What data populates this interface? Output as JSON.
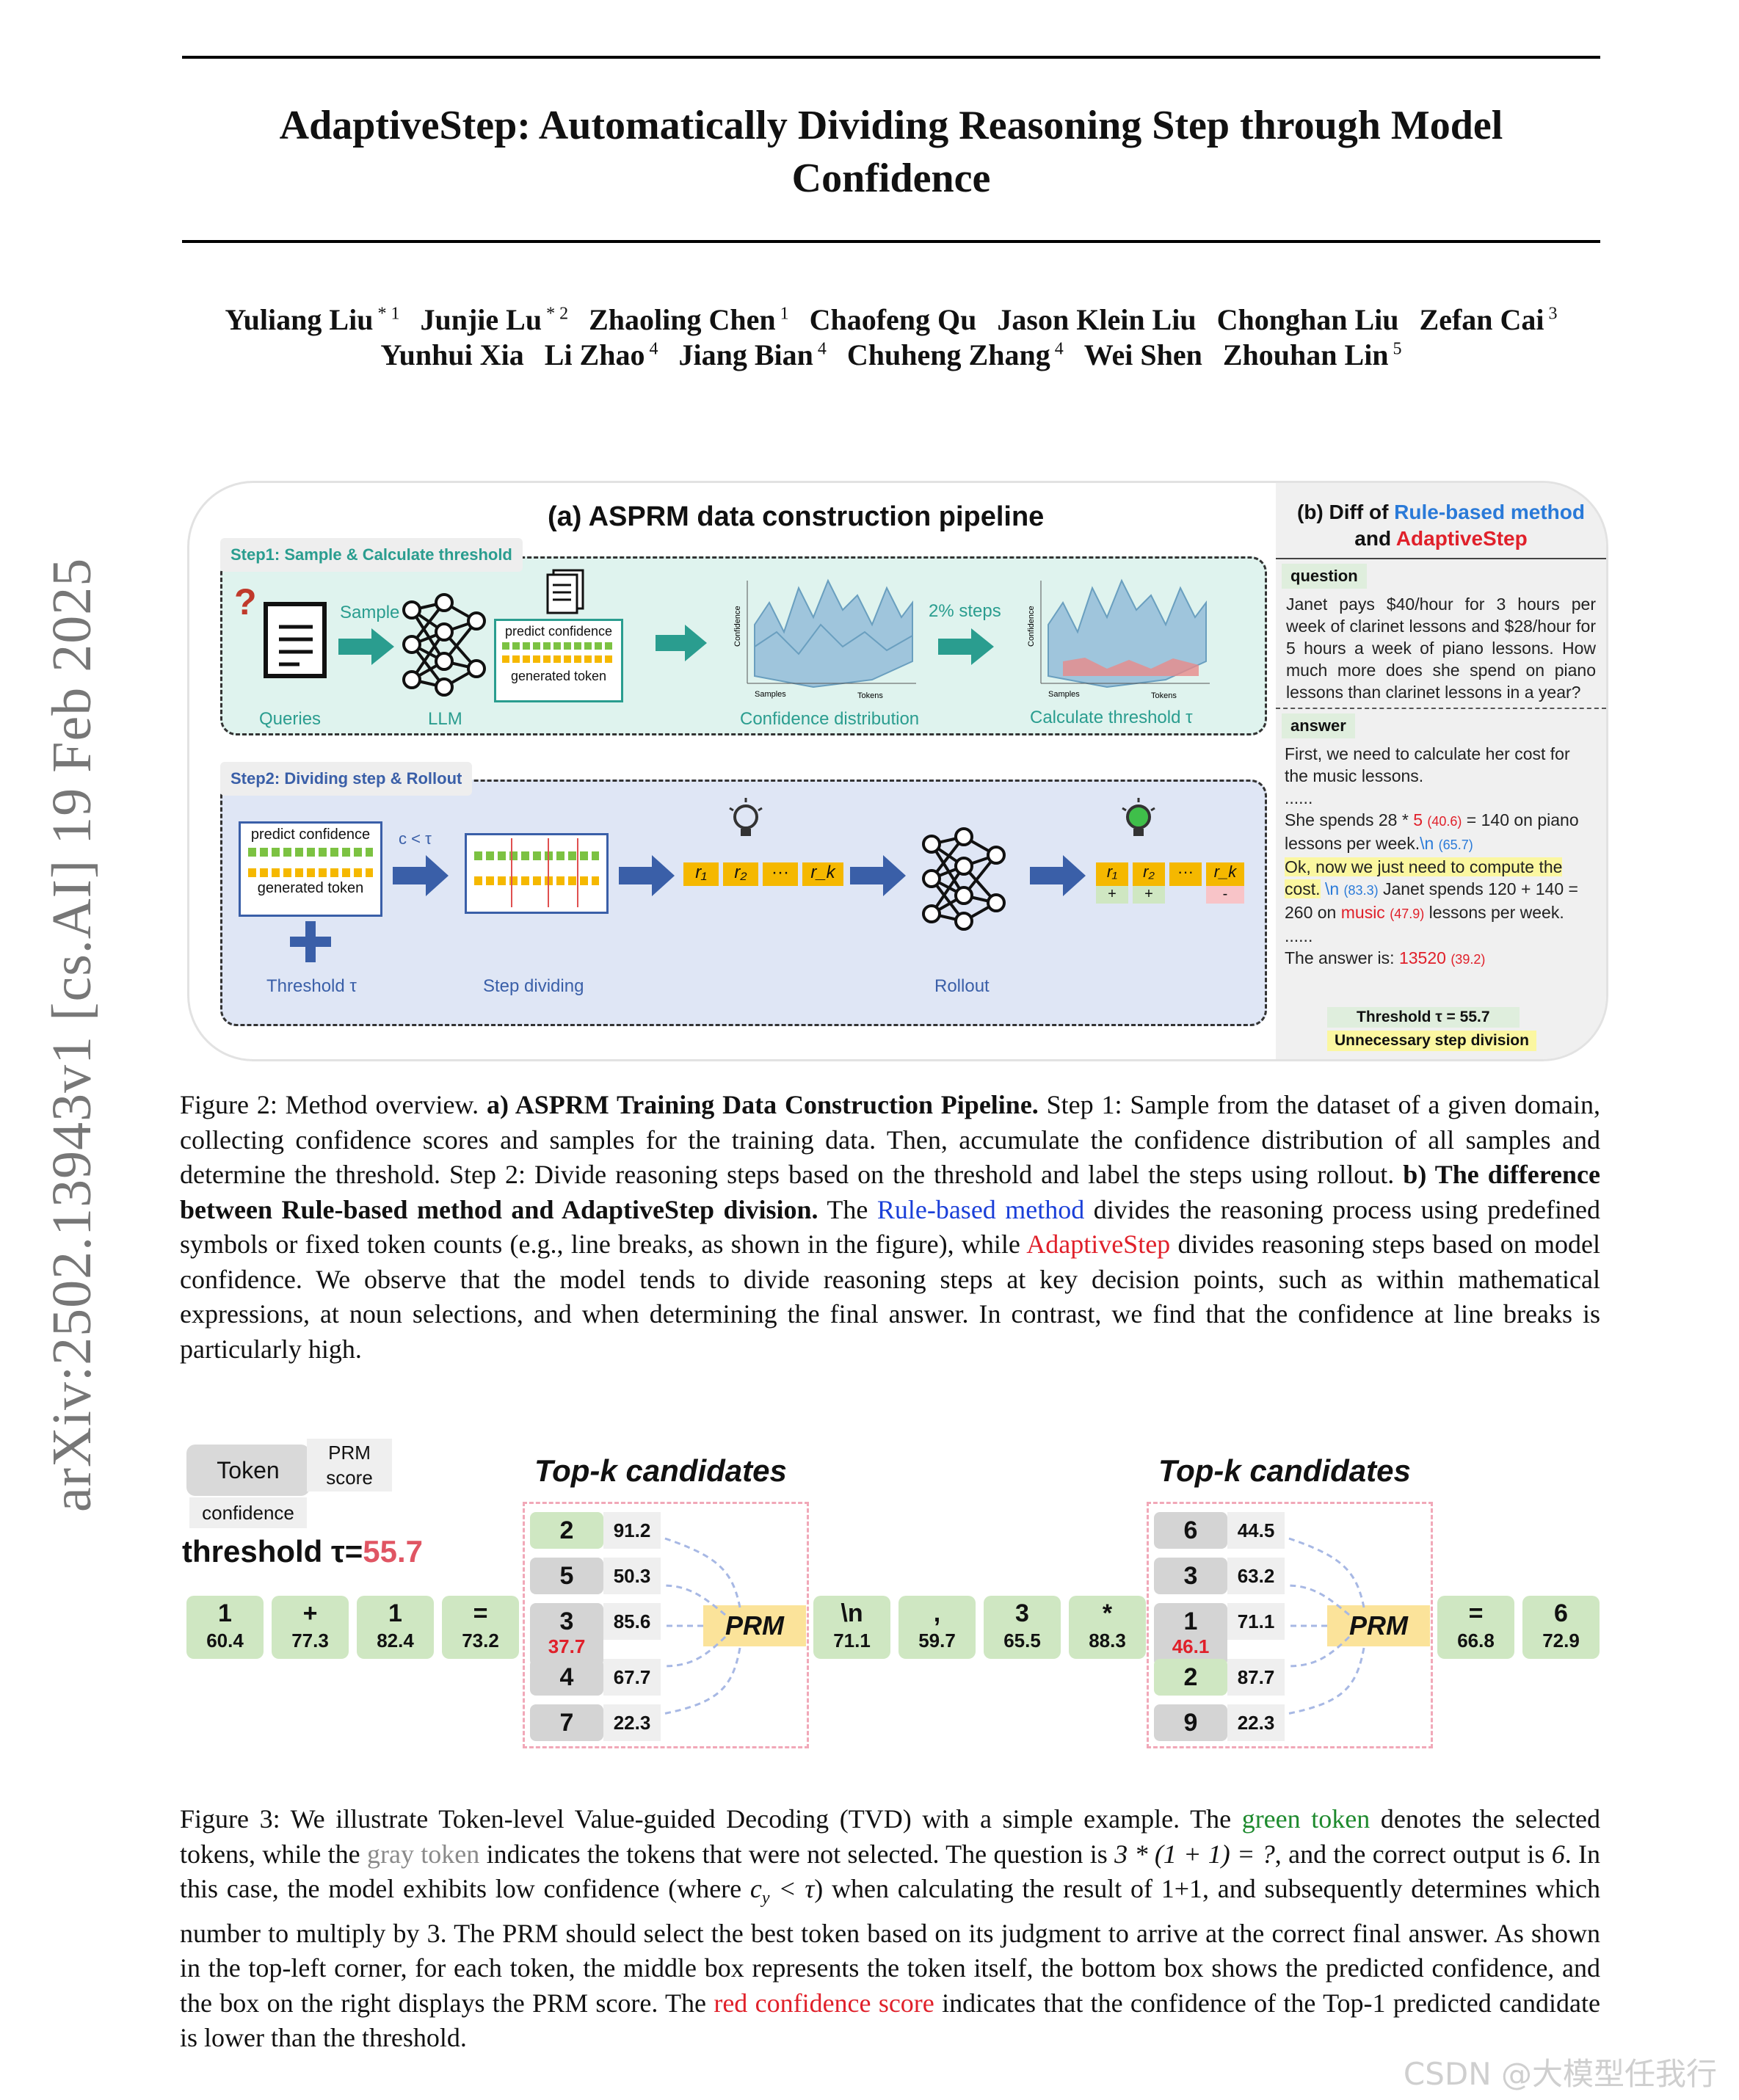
{
  "sidebar": "arXiv:2502.13943v1  [cs.AI]  19 Feb 2025",
  "title_line1": "AdaptiveStep: Automatically Dividing Reasoning Step through Model",
  "title_line2": "Confidence",
  "authors_row1": [
    {
      "name": "Yuliang Liu",
      "sup": "* 1"
    },
    {
      "name": "Junjie Lu",
      "sup": "* 2"
    },
    {
      "name": "Zhaoling Chen",
      "sup": "1"
    },
    {
      "name": "Chaofeng Qu",
      "sup": ""
    },
    {
      "name": "Jason Klein Liu",
      "sup": ""
    },
    {
      "name": "Chonghan Liu",
      "sup": ""
    },
    {
      "name": "Zefan Cai",
      "sup": "3"
    }
  ],
  "authors_row2": [
    {
      "name": "Yunhui Xia",
      "sup": ""
    },
    {
      "name": "Li Zhao",
      "sup": "4"
    },
    {
      "name": "Jiang Bian",
      "sup": "4"
    },
    {
      "name": "Chuheng Zhang",
      "sup": "4"
    },
    {
      "name": "Wei Shen",
      "sup": ""
    },
    {
      "name": "Zhouhan Lin",
      "sup": "5"
    }
  ],
  "fig2": {
    "title_a": "(a) ASPRM data construction pipeline",
    "step1_label": "Step1: Sample & Calculate threshold",
    "step2_label": "Step2: Dividing step & Rollout",
    "queries": "Queries",
    "sample": "Sample",
    "llm": "LLM",
    "predict_confidence": "predict confidence",
    "generated_token": "generated token",
    "two_percent": "2% steps",
    "conf_dist": "Confidence distribution",
    "calc_threshold": "Calculate threshold τ",
    "samples": "Samples",
    "tokens": "Tokens",
    "confidence_axis": "Confidence",
    "threshold_tau": "Threshold τ",
    "c_lt_tau": "c < τ",
    "step_dividing": "Step dividing",
    "rollout": "Rollout",
    "r1": "r₁",
    "r2": "r₂",
    "dots": "···",
    "rk": "r_k",
    "plus": "+",
    "minus": "-",
    "b_title_1": "(b) Diff of ",
    "b_rule": "Rule-based method",
    "b_and": "and ",
    "b_adaptive": "AdaptiveStep",
    "question_lbl": "question",
    "question_text": "Janet pays $40/hour for 3 hours per week of clarinet lessons and $28/hour for 5 hours a week of piano lessons. How much more does she spend on piano lessons than clarinet lessons in a year?",
    "answer_lbl": "answer",
    "ans1": "First, we need to calculate her cost for the music lessons.",
    "ellipsis": "......",
    "ans2a": "She spends 28 * ",
    "ans2b": "5",
    "ans2c": "(40.6)",
    "ans2d": " = 140 on piano lessons per week.",
    "ans2e": "\\n",
    "ans2f": "(65.7)",
    "ans3a": "Ok, now we just need to compute the cost.",
    "ans3b": " \\n",
    "ans3c": "(83.3)",
    "ans3d": " Janet spends 120 + 140 = 260 on ",
    "ans3e": "music",
    "ans3f": "(47.9)",
    "ans3g": " lessons per week.",
    "ans4a": "The answer is: ",
    "ans4b": "13520",
    "ans4c": "(39.2)",
    "threshold_box": "Threshold τ = 55.7",
    "unnecessary_box": "Unnecessary step division"
  },
  "fig2_caption": {
    "p1": "Figure 2: Method overview. ",
    "b1": "a) ASPRM Training Data Construction Pipeline.",
    "p2": " Step 1: Sample from the dataset of a given domain, collecting confidence scores and samples for the training data. Then, accumulate the confidence distribution of all samples and determine the threshold. Step 2: Divide reasoning steps based on the threshold and label the steps using rollout. ",
    "b2": "b) The difference between Rule-based method and AdaptiveStep division.",
    "p3": " The ",
    "rule": "Rule-based method",
    "p4": " divides the reasoning process using predefined symbols or fixed token counts (e.g., line breaks, as shown in the figure), while ",
    "adaptive": "AdaptiveStep",
    "p5": " divides reasoning steps based on model confidence. We observe that the model tends to divide reasoning steps at key decision points, such as within mathematical expressions, at noun selections, and when determining the final answer. In contrast, we find that the confidence at line breaks is particularly high."
  },
  "fig3": {
    "legend_token": "Token",
    "legend_prm": "PRM score",
    "legend_conf": "confidence",
    "threshold_label": "threshold  τ=",
    "threshold_value": "55.7",
    "topk": "Top-k candidates",
    "prm": "PRM",
    "seq_left": [
      {
        "t": "1",
        "c": "60.4"
      },
      {
        "t": "+",
        "c": "77.3"
      },
      {
        "t": "1",
        "c": "82.4"
      },
      {
        "t": "=",
        "c": "73.2"
      }
    ],
    "seq_mid": [
      {
        "t": "\\n",
        "c": "71.1"
      },
      {
        "t": ",",
        "c": "59.7"
      },
      {
        "t": "3",
        "c": "65.5"
      },
      {
        "t": "*",
        "c": "88.3"
      }
    ],
    "seq_right": [
      {
        "t": "=",
        "c": "66.8"
      },
      {
        "t": "6",
        "c": "72.9"
      }
    ],
    "cands1": [
      {
        "n": "2",
        "s": "91.2",
        "sel": true
      },
      {
        "n": "5",
        "s": "50.3",
        "sel": false
      },
      {
        "n": "3",
        "s": "85.6",
        "sel": false,
        "conf": "37.7"
      },
      {
        "n": "4",
        "s": "67.7",
        "sel": false
      },
      {
        "n": "7",
        "s": "22.3",
        "sel": false
      }
    ],
    "cands2": [
      {
        "n": "6",
        "s": "44.5",
        "sel": false
      },
      {
        "n": "3",
        "s": "63.2",
        "sel": false
      },
      {
        "n": "1",
        "s": "71.1",
        "sel": false,
        "conf": "46.1"
      },
      {
        "n": "2",
        "s": "87.7",
        "sel": true
      },
      {
        "n": "9",
        "s": "22.3",
        "sel": false
      }
    ]
  },
  "fig3_caption": {
    "p1": "Figure 3: We illustrate Token-level Value-guided Decoding (TVD) with a simple example. The ",
    "green": "green token",
    "p2": " denotes the selected tokens, while the ",
    "gray": "gray token",
    "p3": " indicates the tokens that were not selected. The question is ",
    "q": "3 * (1 + 1) = ?",
    "p4": ", and the correct output is ",
    "ans": "6",
    "p5": ". In this case, the model exhibits low confidence (where ",
    "cond": "c",
    "cond_sub": "y",
    "cond_rest": " < τ",
    "p6": ") when calculating the result of 1+1, and subsequently determines which number to multiply by 3. The PRM should select the best token based on its judgment to arrive at the correct final answer. As shown in the top-left corner, for each token, the middle box represents the token itself, the bottom box shows the predicted confidence, and the box on the right displays the PRM score. The ",
    "red": "red confidence score",
    "p7": " indicates that the confidence of the Top-1 predicted candidate is lower than the threshold."
  },
  "watermark": "CSDN @大模型任我行"
}
